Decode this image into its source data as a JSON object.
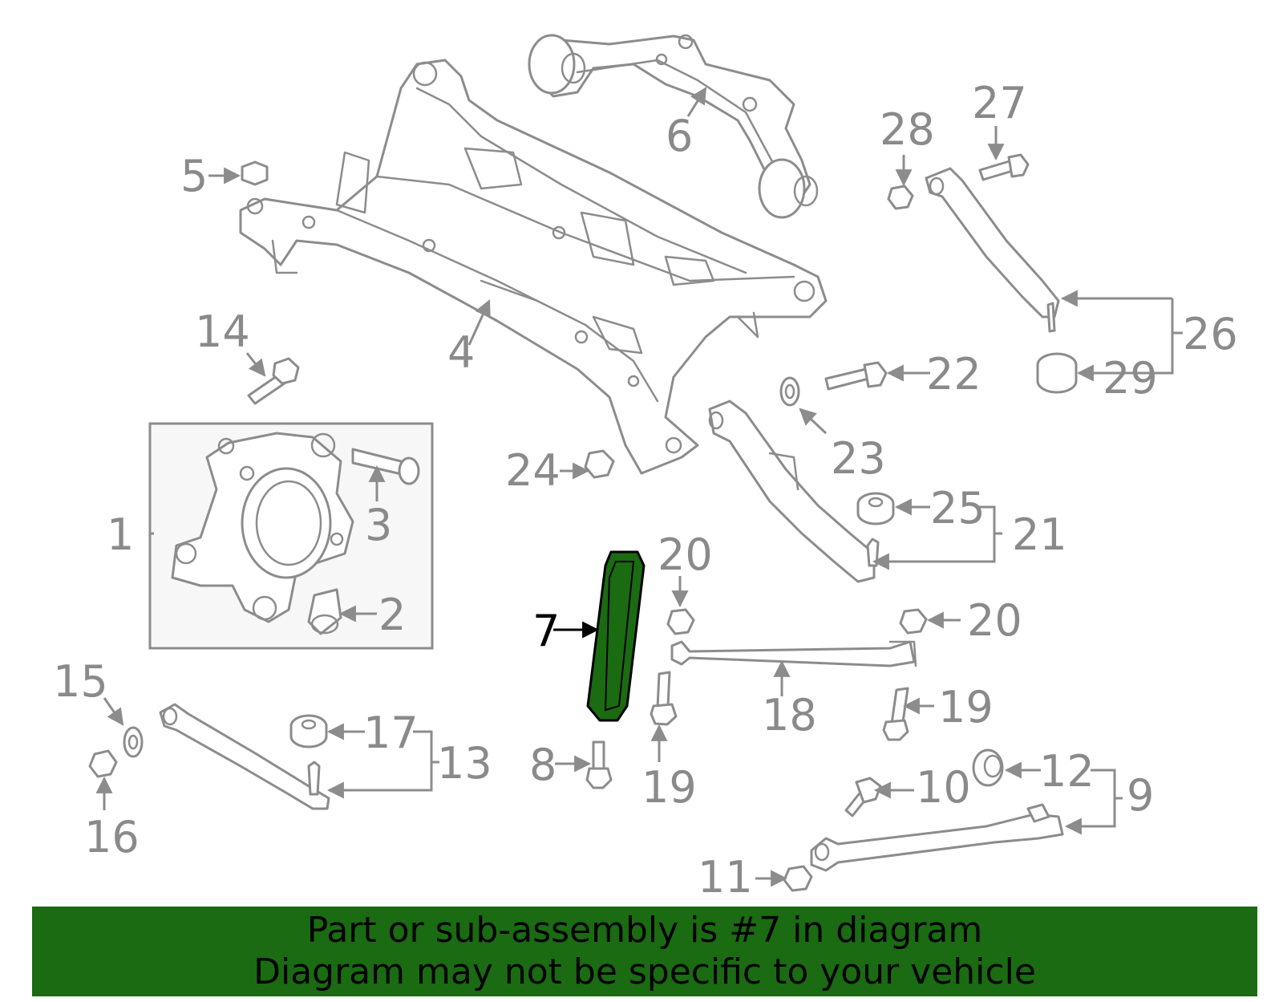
{
  "diagram": {
    "highlighted_part": "7",
    "callouts": {
      "c1": "1",
      "c2": "2",
      "c3": "3",
      "c4": "4",
      "c5": "5",
      "c6": "6",
      "c7": "7",
      "c8": "8",
      "c9": "9",
      "c10": "10",
      "c11": "11",
      "c12": "12",
      "c13": "13",
      "c14": "14",
      "c15": "15",
      "c16": "16",
      "c17": "17",
      "c18": "18",
      "c19a": "19",
      "c19b": "19",
      "c20a": "20",
      "c20b": "20",
      "c21": "21",
      "c22": "22",
      "c23": "23",
      "c24": "24",
      "c25": "25",
      "c26": "26",
      "c27": "27",
      "c28": "28",
      "c29": "29"
    },
    "colors": {
      "highlight": "#1a6b12",
      "line": "#8c8c8c",
      "text": "#8a8a8a"
    }
  },
  "banner": {
    "line1": "Part or sub-assembly is #7 in diagram",
    "line2": "Diagram may not be specific to your vehicle"
  }
}
